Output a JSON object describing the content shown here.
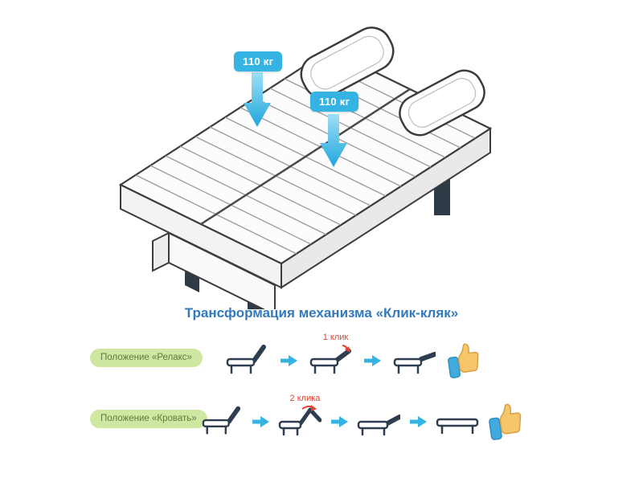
{
  "title": "Трансформация механизма «Клик-кляк»",
  "illustration": {
    "description": "sofa-bed-unfolded-flat-isometric-with-two-pillows",
    "weight_badges": [
      {
        "text": "110 кг"
      },
      {
        "text": "110 кг"
      }
    ]
  },
  "rows": [
    {
      "label": "Положение «Релакс»",
      "click_label": "1 клик",
      "step_icons": [
        "sofa-seat-icon",
        "arrow-right-icon",
        "sofa-one-click-icon",
        "arrow-right-icon",
        "sofa-relax-icon",
        "thumbs-up-icon"
      ]
    },
    {
      "label": "Положение «Кровать»",
      "click_label": "2 клика",
      "step_icons": [
        "sofa-seat-icon",
        "arrow-right-icon",
        "sofa-fold-icon",
        "arrow-right-icon",
        "sofa-unfold-icon",
        "arrow-right-icon",
        "bed-flat-icon",
        "thumbs-up-icon"
      ]
    }
  ],
  "colors": {
    "accent_blue": "#35b4e4",
    "title_blue": "#3279be",
    "pill_green_bg": "#cfe7a0",
    "pill_green_text": "#5d7c3e",
    "click_red": "#e6402f",
    "icon_dark": "#2e3d4f"
  }
}
